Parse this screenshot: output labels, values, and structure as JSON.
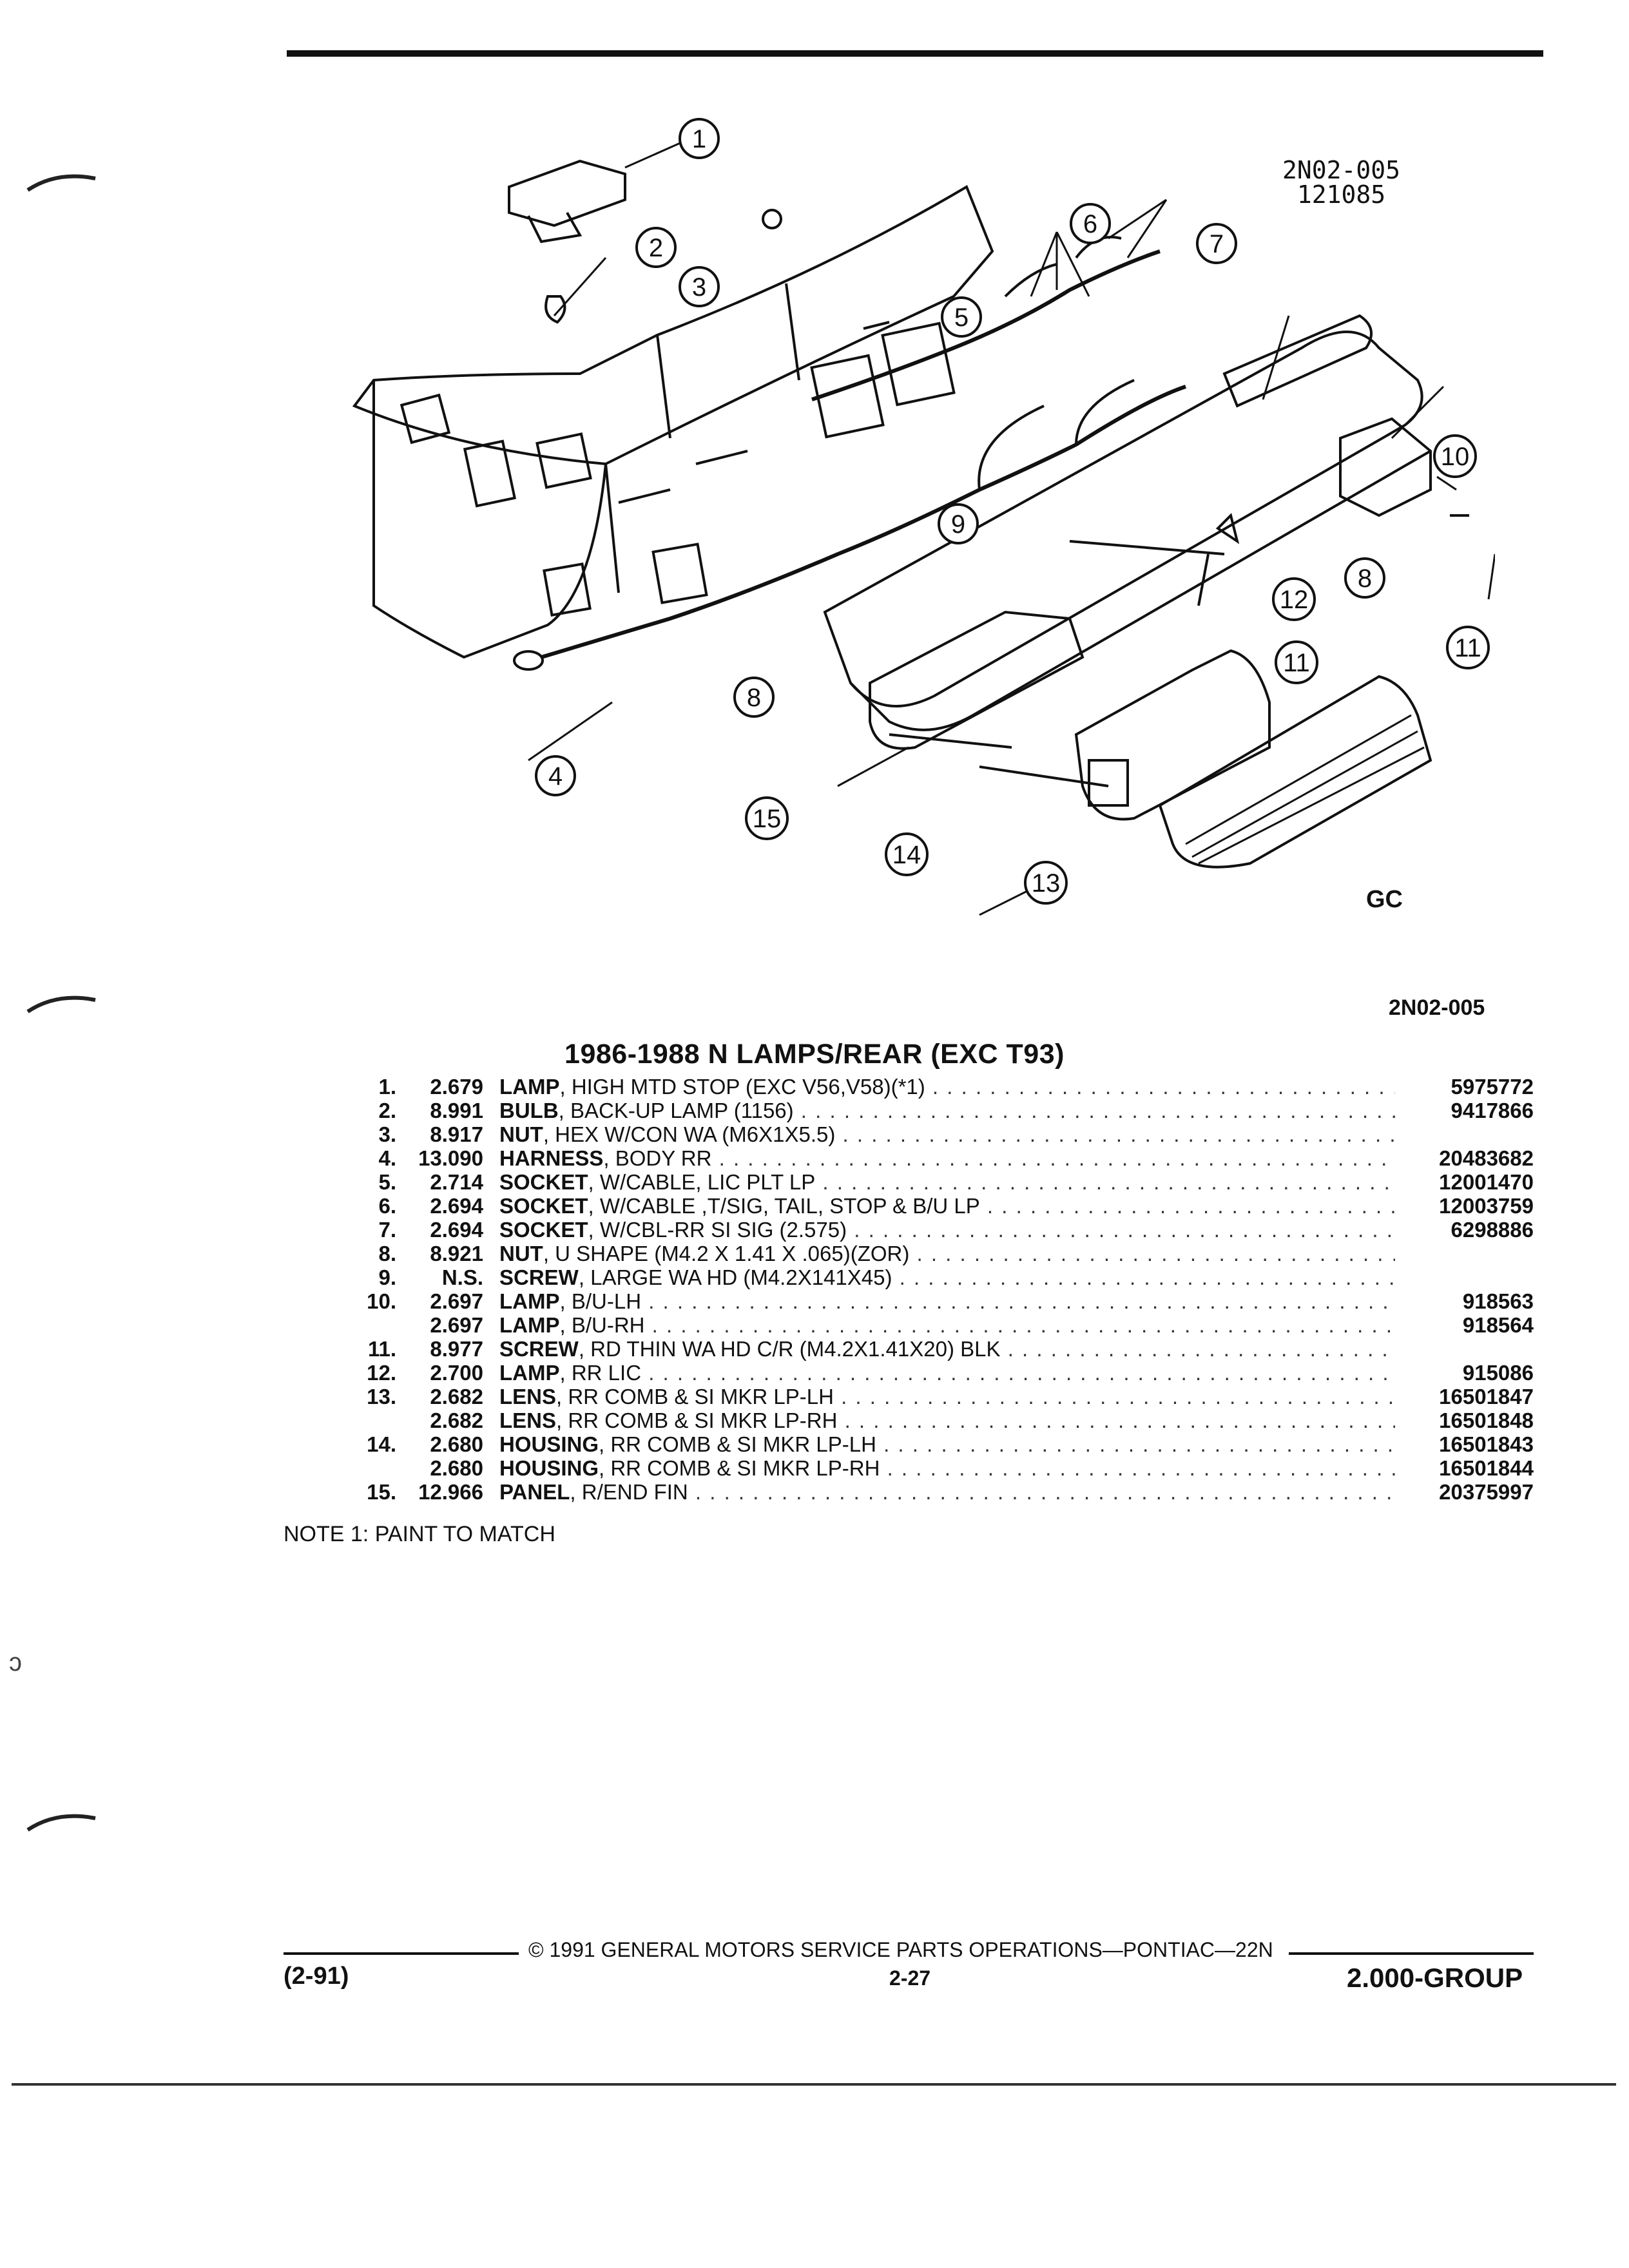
{
  "diagram": {
    "code_line1": "2N02-005",
    "code_line2": "121085",
    "callouts": [
      "1",
      "2",
      "3",
      "4",
      "5",
      "6",
      "7",
      "8",
      "9",
      "10",
      "11",
      "12",
      "13",
      "14",
      "15",
      "8",
      "11"
    ],
    "logo_text": "GC"
  },
  "figure_id": "2N02-005",
  "title": "1986-1988 N LAMPS/REAR (EXC T93)",
  "parts": [
    {
      "num": "1.",
      "ref": "2.679",
      "name": "LAMP",
      "desc": ", HIGH MTD STOP (EXC V56,V58)(*1)",
      "part": "5975772"
    },
    {
      "num": "2.",
      "ref": "8.991",
      "name": "BULB",
      "desc": ", BACK-UP LAMP (1156)",
      "part": "9417866"
    },
    {
      "num": "3.",
      "ref": "8.917",
      "name": "NUT",
      "desc": ", HEX W/CON WA (M6X1X5.5)",
      "part": ""
    },
    {
      "num": "4.",
      "ref": "13.090",
      "name": "HARNESS",
      "desc": ", BODY RR",
      "part": "20483682"
    },
    {
      "num": "5.",
      "ref": "2.714",
      "name": "SOCKET",
      "desc": ", W/CABLE, LIC PLT LP",
      "part": "12001470"
    },
    {
      "num": "6.",
      "ref": "2.694",
      "name": "SOCKET",
      "desc": ", W/CABLE ,T/SIG, TAIL, STOP & B/U LP",
      "part": "12003759"
    },
    {
      "num": "7.",
      "ref": "2.694",
      "name": "SOCKET",
      "desc": ", W/CBL-RR SI SIG (2.575)",
      "part": "6298886"
    },
    {
      "num": "8.",
      "ref": "8.921",
      "name": "NUT",
      "desc": ", U SHAPE (M4.2 X 1.41 X .065)(ZOR)",
      "part": ""
    },
    {
      "num": "9.",
      "ref": "N.S.",
      "name": "SCREW",
      "desc": ", LARGE WA HD (M4.2X141X45)",
      "part": ""
    },
    {
      "num": "10.",
      "ref": "2.697",
      "name": "LAMP",
      "desc": ", B/U-LH",
      "part": "918563"
    },
    {
      "num": "",
      "ref": "2.697",
      "name": "LAMP",
      "desc": ", B/U-RH",
      "part": "918564"
    },
    {
      "num": "11.",
      "ref": "8.977",
      "name": "SCREW",
      "desc": ", RD THIN WA HD C/R (M4.2X1.41X20) BLK",
      "part": ""
    },
    {
      "num": "12.",
      "ref": "2.700",
      "name": "LAMP",
      "desc": ", RR LIC",
      "part": "915086"
    },
    {
      "num": "13.",
      "ref": "2.682",
      "name": "LENS",
      "desc": ", RR COMB & SI MKR LP-LH",
      "part": "16501847"
    },
    {
      "num": "",
      "ref": "2.682",
      "name": "LENS",
      "desc": ", RR COMB & SI MKR LP-RH",
      "part": "16501848"
    },
    {
      "num": "14.",
      "ref": "2.680",
      "name": "HOUSING",
      "desc": ", RR COMB & SI MKR LP-LH",
      "part": "16501843"
    },
    {
      "num": "",
      "ref": "2.680",
      "name": "HOUSING",
      "desc": ", RR COMB & SI MKR LP-RH",
      "part": "16501844"
    },
    {
      "num": "15.",
      "ref": "12.966",
      "name": "PANEL",
      "desc": ", R/END FIN",
      "part": "20375997"
    }
  ],
  "note": "NOTE 1: PAINT TO MATCH",
  "footer": {
    "copyright": "© 1991 GENERAL MOTORS SERVICE PARTS OPERATIONS—PONTIAC—22N",
    "page": "2-27",
    "date_code": "(2-91)",
    "group": "2.000-GROUP"
  }
}
